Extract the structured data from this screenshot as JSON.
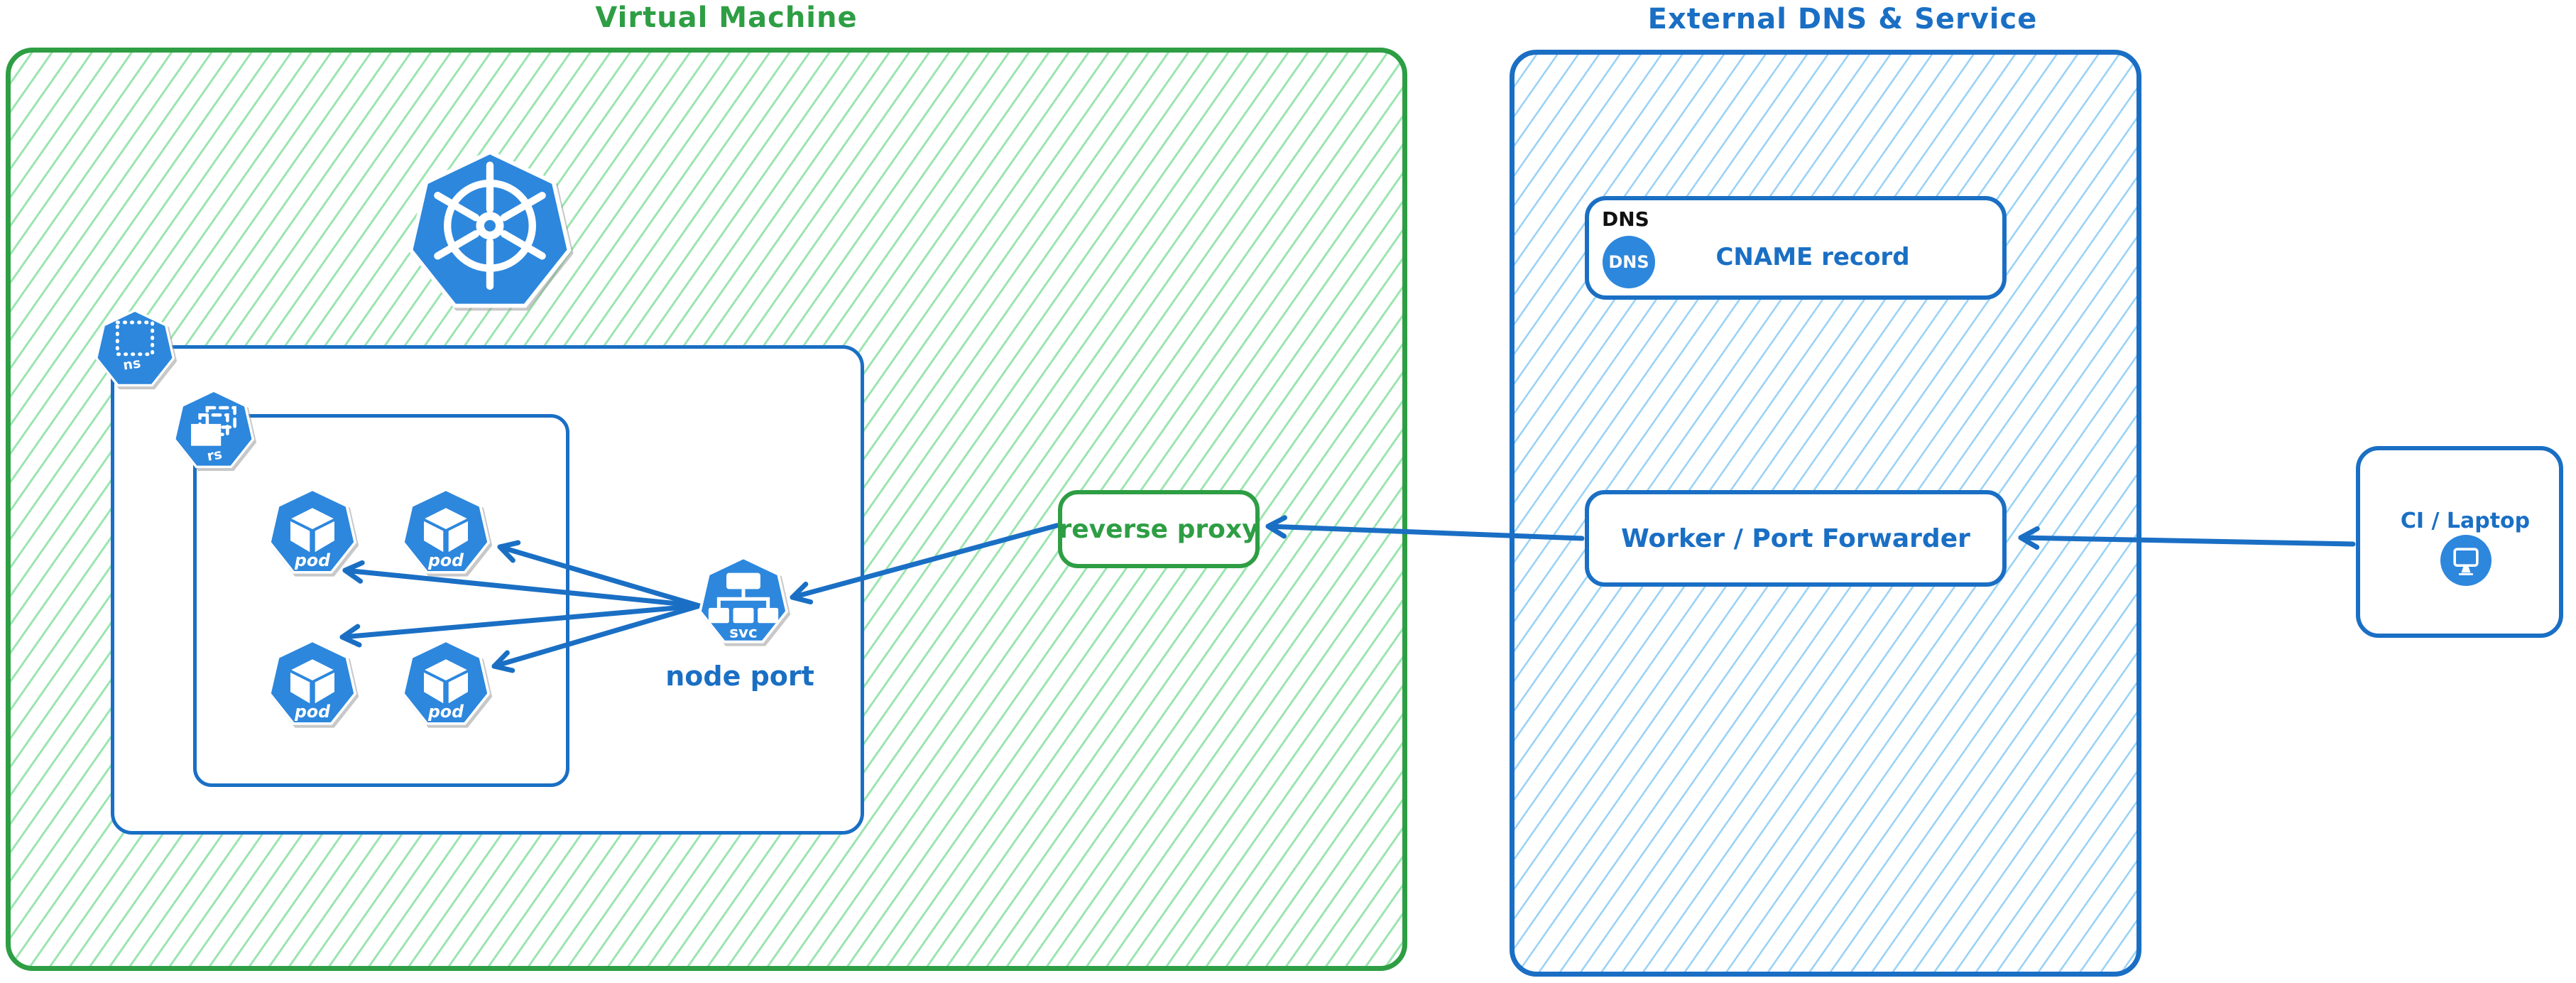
{
  "colors": {
    "green_stroke": "#2e9e44",
    "green_hatch": "#9ce5b0",
    "blue_stroke": "#1a6fc4",
    "blue_hatch": "#9bd3f6",
    "icon_blue": "#2d87dd",
    "white": "#ffffff",
    "black_text": "#111111"
  },
  "vm": {
    "title": "Virtual Machine"
  },
  "cluster": {
    "kubernetes_logo": "kubernetes",
    "namespace_label": "ns",
    "replicaset_label": "rs",
    "pods": [
      {
        "label": "pod"
      },
      {
        "label": "pod"
      },
      {
        "label": "pod"
      },
      {
        "label": "pod"
      }
    ],
    "service": {
      "label": "svc",
      "caption": "node port"
    }
  },
  "reverse_proxy": {
    "label": "reverse proxy"
  },
  "external": {
    "title": "External DNS & Service",
    "dns": {
      "tag": "DNS",
      "icon_text": "DNS",
      "label": "CNAME record"
    },
    "worker": {
      "label": "Worker / Port Forwarder"
    }
  },
  "ci": {
    "label": "CI / Laptop"
  }
}
